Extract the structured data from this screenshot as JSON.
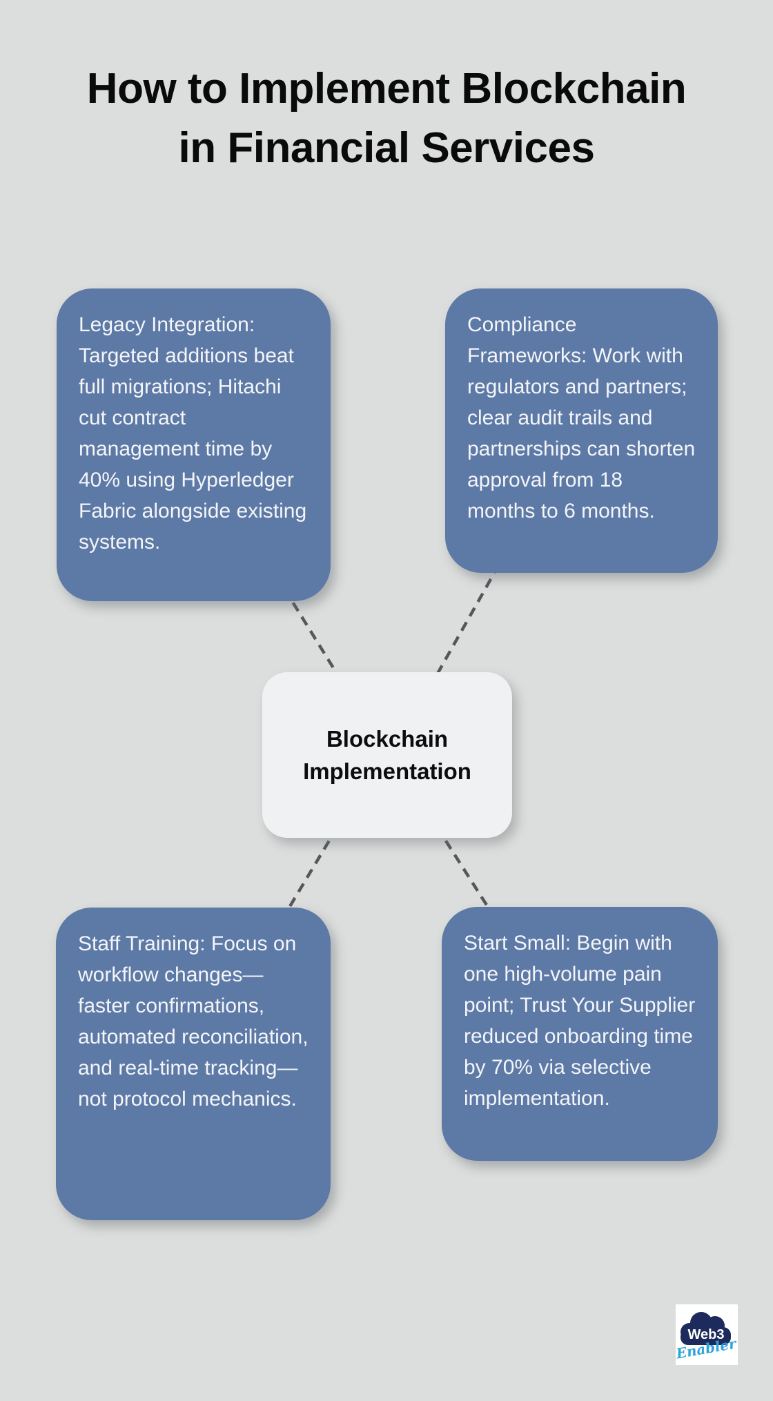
{
  "title": {
    "line1": "How to Implement Blockchain",
    "line2": "in Financial Services"
  },
  "center_node": {
    "line1": "Blockchain",
    "line2": "Implementation"
  },
  "nodes": [
    {
      "id": "legacy-integration",
      "text": "Legacy Integration: Targeted additions beat full migrations; Hitachi cut contract management time by 40% using Hyperledger Fabric alongside existing systems."
    },
    {
      "id": "compliance-frameworks",
      "text": "Compliance Frameworks: Work with regulators and partners; clear audit trails and partnerships can shorten approval from 18 months to 6 months."
    },
    {
      "id": "staff-training",
      "text": "Staff Training: Focus on workflow changes—faster confirmations, automated reconciliation, and real-time tracking—not protocol mechanics."
    },
    {
      "id": "start-small",
      "text": "Start Small: Begin with one high-volume pain point; Trust Your Supplier reduced onboarding time by 70% via selective implementation."
    }
  ],
  "logo": {
    "web3": "Web3",
    "enabler": "Enabler"
  },
  "colors": {
    "background": "#dcdedd",
    "node_fill": "#5d79a6",
    "node_text": "#f3f5f8",
    "center_fill": "#f0f1f3",
    "center_text": "#0d0d0d",
    "connector": "#54585b",
    "title_text": "#0a0a0a",
    "logo_navy": "#1c2b5c",
    "logo_blue": "#2da4db"
  }
}
